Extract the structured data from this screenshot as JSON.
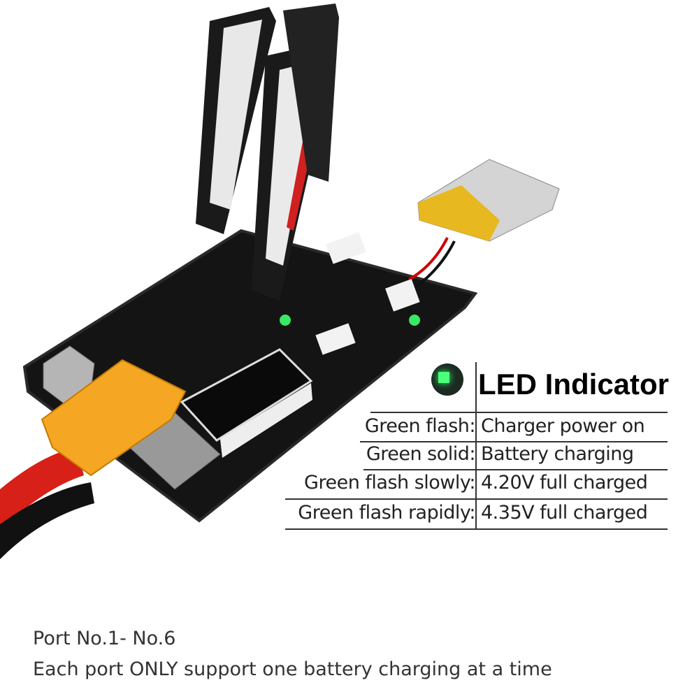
{
  "led_table": {
    "title": "LED Indicator",
    "rows": [
      {
        "state": "Green flash:",
        "meaning": "Charger power on"
      },
      {
        "state": "Green solid:",
        "meaning": "Battery charging"
      },
      {
        "state": "Green flash slowly:",
        "meaning": "4.20V full charged"
      },
      {
        "state": "Green flash rapidly:",
        "meaning": "4.35V full charged"
      }
    ]
  },
  "footer": {
    "line1": "Port No.1- No.6",
    "line2": "Each port ONLY support one battery charging at a time"
  },
  "colors": {
    "led_green": "#3dff6e",
    "board": "#151515",
    "xt60": "#f5a623"
  }
}
